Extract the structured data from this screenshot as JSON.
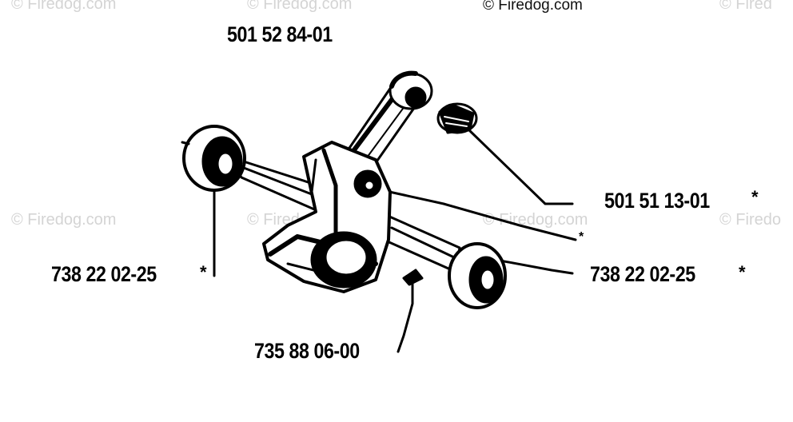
{
  "watermarks": {
    "top_center": "© Firedog.com",
    "tile": "© Firedog.com",
    "tile_cut_right": "© Firedo",
    "tile_cut_corner": "© Fired"
  },
  "parts": {
    "crankshaft_assembly": "501 52 84-01",
    "needle_bearing": "501 51 13-01",
    "bearing_left": "738 22 02-25",
    "bearing_right": "738 22 02-25",
    "key": "735 88 06-00"
  },
  "markers": {
    "asterisk": "*"
  },
  "colors": {
    "ink": "#000000",
    "watermark": "#d4d4d4",
    "paper": "#ffffff"
  }
}
